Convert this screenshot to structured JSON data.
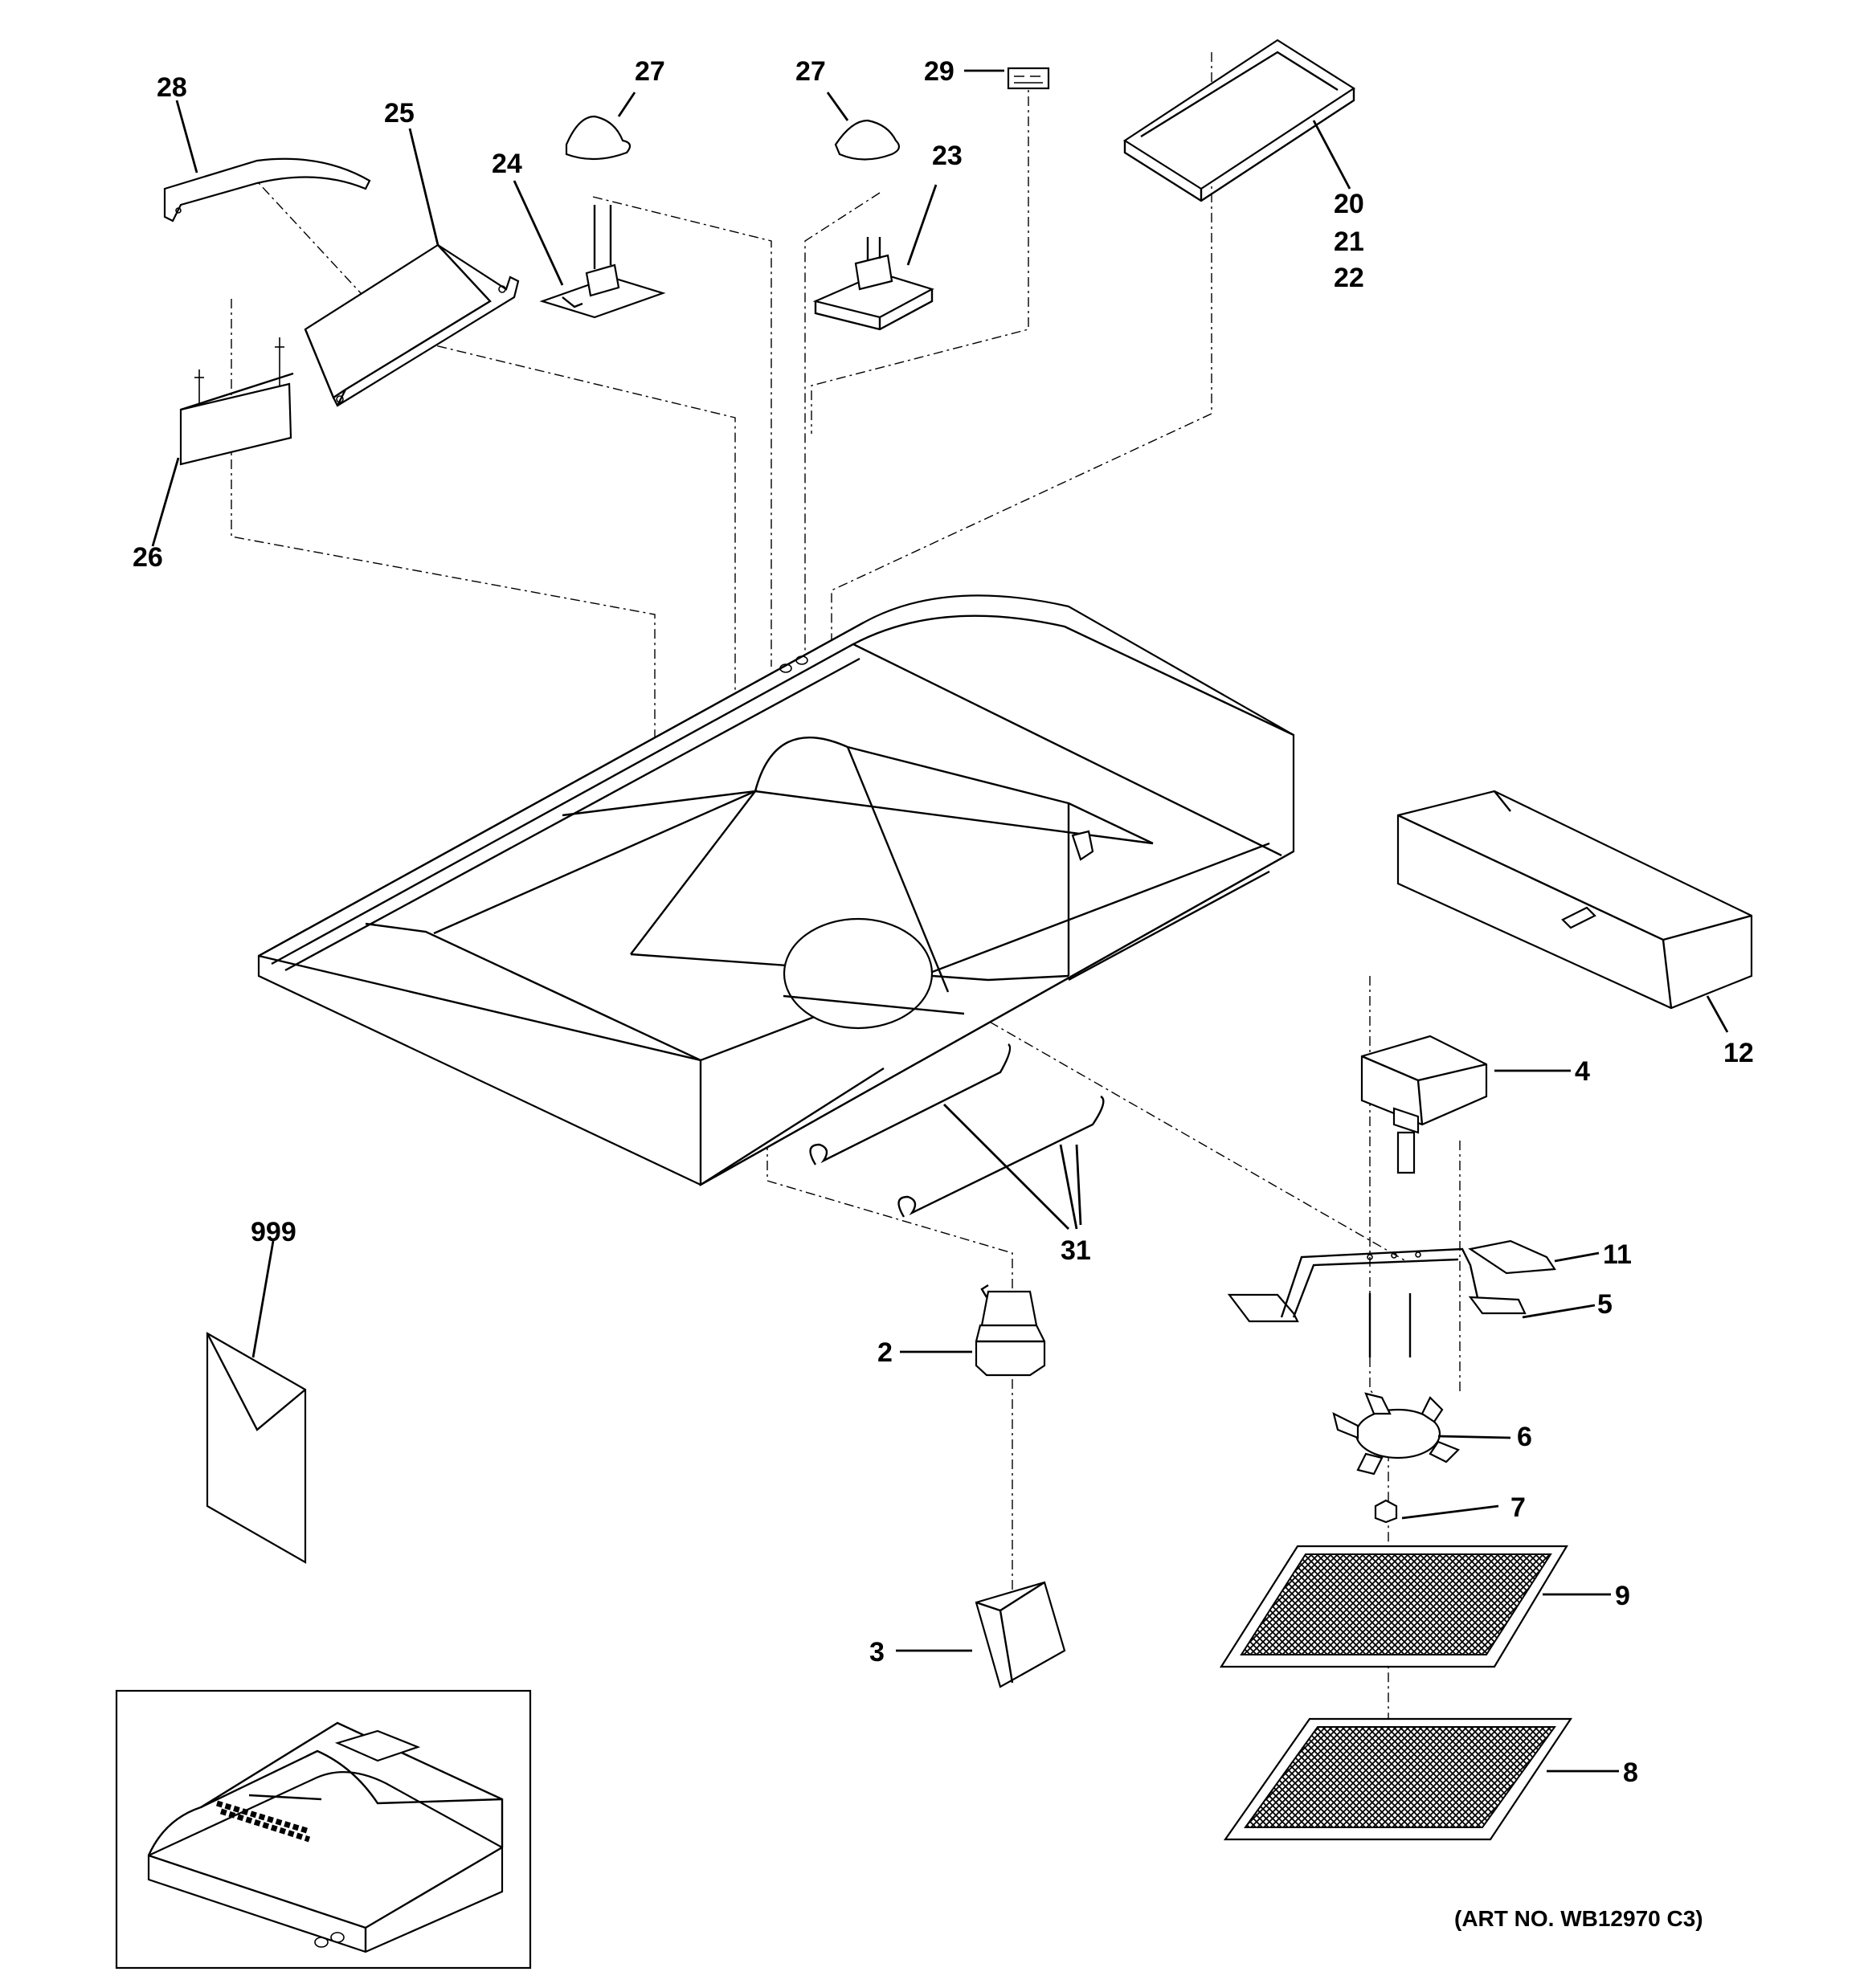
{
  "diagram": {
    "art_number": "(ART NO. WB12970 C3)",
    "callouts": [
      {
        "id": "c28",
        "text": "28"
      },
      {
        "id": "c25",
        "text": "25"
      },
      {
        "id": "c24",
        "text": "24"
      },
      {
        "id": "c27a",
        "text": "27"
      },
      {
        "id": "c27b",
        "text": "27"
      },
      {
        "id": "c29",
        "text": "29"
      },
      {
        "id": "c23",
        "text": "23"
      },
      {
        "id": "c20",
        "text": "20"
      },
      {
        "id": "c21",
        "text": "21"
      },
      {
        "id": "c22",
        "text": "22"
      },
      {
        "id": "c26",
        "text": "26"
      },
      {
        "id": "c12",
        "text": "12"
      },
      {
        "id": "c4",
        "text": "4"
      },
      {
        "id": "c11",
        "text": "11"
      },
      {
        "id": "c5",
        "text": "5"
      },
      {
        "id": "c31",
        "text": "31"
      },
      {
        "id": "c999",
        "text": "999"
      },
      {
        "id": "c2",
        "text": "2"
      },
      {
        "id": "c6",
        "text": "6"
      },
      {
        "id": "c7",
        "text": "7"
      },
      {
        "id": "c9",
        "text": "9"
      },
      {
        "id": "c3",
        "text": "3"
      },
      {
        "id": "c8",
        "text": "8"
      }
    ]
  }
}
